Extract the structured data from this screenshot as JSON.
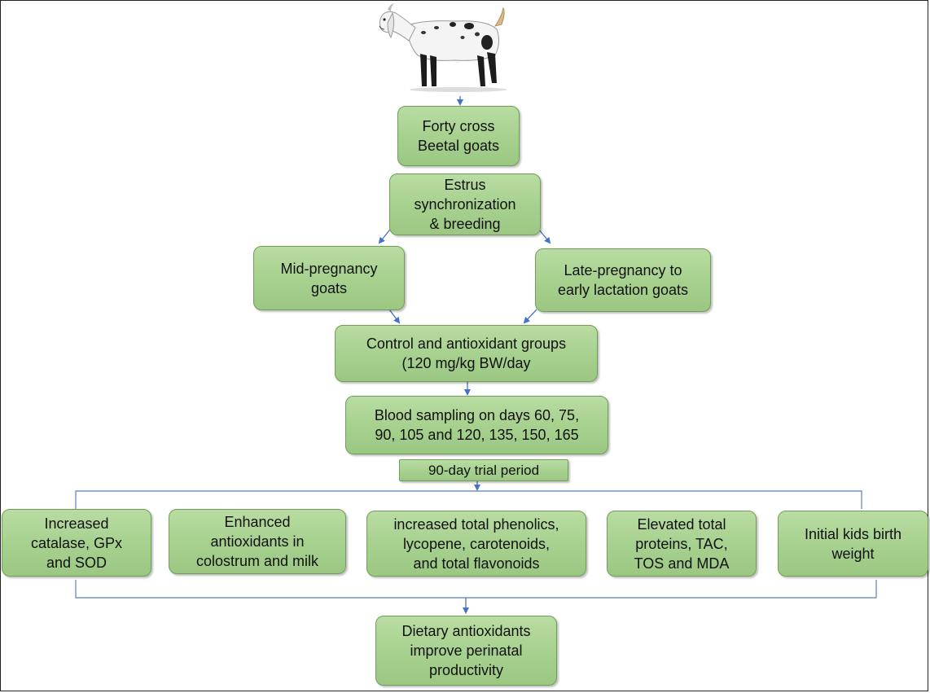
{
  "nodes": {
    "n1": "Forty cross\nBeetal goats",
    "n2": "Estrus\nsynchronization\n& breeding",
    "n3": "Mid-pregnancy\ngoats",
    "n4": "Late-pregnancy to\nearly lactation goats",
    "n5": "Control and antioxidant groups\n(120 mg/kg BW/day",
    "n6": "Blood sampling on days 60, 75,\n90, 105 and 120, 135, 150, 165",
    "n7": "90-day trial period",
    "o1": "Increased\ncatalase, GPx\nand SOD",
    "o2": "Enhanced\nantioxidants in\ncolostrum and milk",
    "o3": "increased total phenolics,\nlycopene, carotenoids,\nand total flavonoids",
    "o4": "Elevated total\nproteins, TAC,\nTOS and  MDA",
    "o5": "Initial kids birth\nweight",
    "final": "Dietary antioxidants\nimprove perinatal\nproductivity"
  },
  "colors": {
    "box_fill": "#a6d08e",
    "box_border": "#6f9e57",
    "arrow": "#4472c4",
    "bracket": "#5b7fb8"
  },
  "icons": {
    "top_image": "goat-photo-icon"
  }
}
